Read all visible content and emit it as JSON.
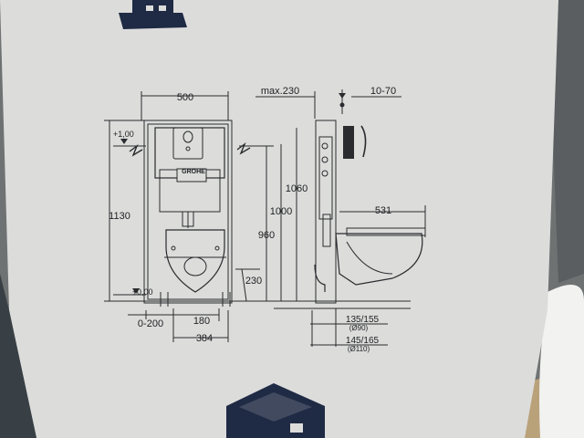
{
  "labels": {
    "width_500": "500",
    "max_230": "max.230",
    "range_10_70": "10-70",
    "plus_100": "+1,00",
    "plus_000": "±0,00",
    "height_1130": "1130",
    "height_1060": "1060",
    "height_1000": "1000",
    "height_960": "960",
    "height_230": "230",
    "depth_531": "531",
    "range_0_200": "0-200",
    "spacing_180": "180",
    "spacing_384": "384",
    "pipe_135_155": "135/155",
    "pipe_d90": "(Ø90)",
    "pipe_145_165": "145/165",
    "pipe_d110": "(Ø110)",
    "brand": "GROHE"
  },
  "colors": {
    "box": "#dcdcdb",
    "line": "#2a2b2e",
    "icon": "#1f2a44",
    "background": "#6f7273"
  }
}
